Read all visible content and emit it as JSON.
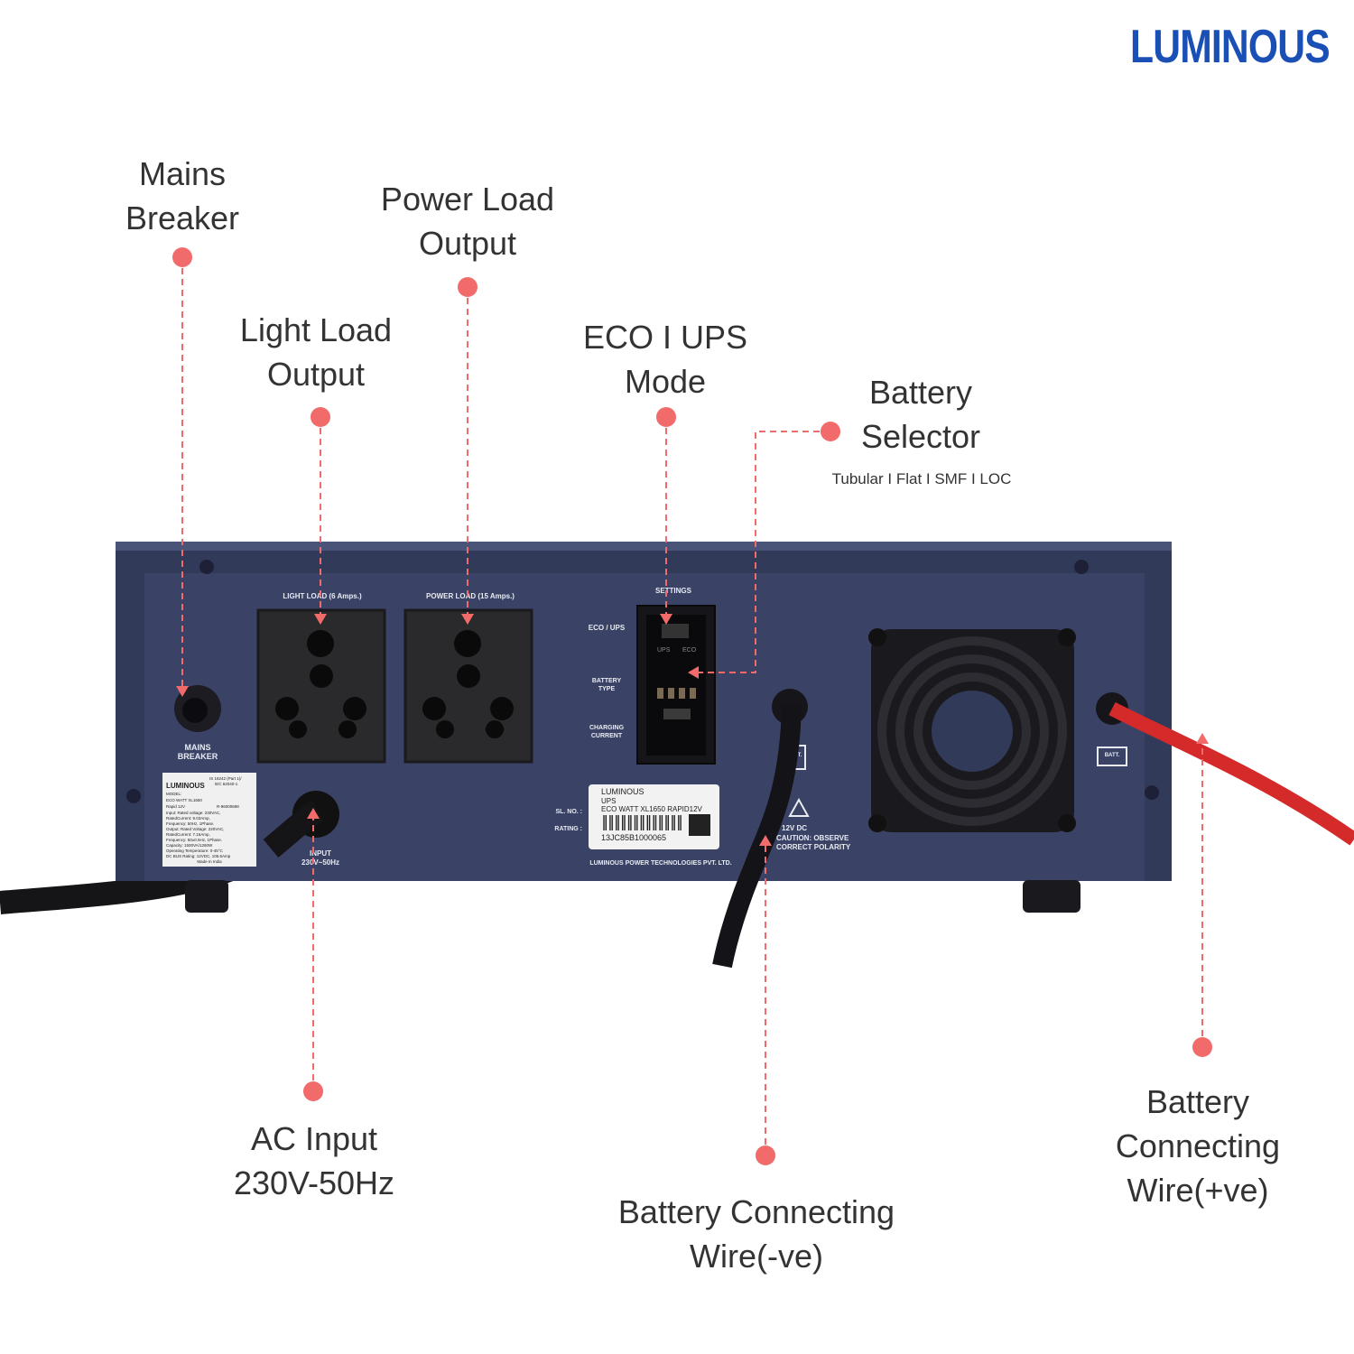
{
  "brand": {
    "logo_text": "LUMINOUS",
    "color": "#1a4fb5"
  },
  "colors": {
    "callout_accent": "#f26b6b",
    "device_body": "#3a4366",
    "text": "#333333"
  },
  "callouts": {
    "mains_breaker": [
      "Mains",
      "Breaker"
    ],
    "power_load": [
      "Power Load",
      "Output"
    ],
    "light_load": [
      "Light Load",
      "Output"
    ],
    "eco_ups": [
      "ECO I UPS",
      "Mode"
    ],
    "battery_selector": [
      "Battery",
      "Selector"
    ],
    "battery_selector_options": "Tubular I Flat I SMF I LOC",
    "ac_input": [
      "AC Input",
      "230V-50Hz"
    ],
    "battery_neg": [
      "Battery Connecting",
      "Wire(-ve)"
    ],
    "battery_pos": [
      "Battery",
      "Connecting",
      "Wire(+ve)"
    ]
  },
  "panel": {
    "light_load_label": "LIGHT LOAD (6 Amps.)",
    "power_load_label": "POWER LOAD (15 Amps.)",
    "settings_label": "SETTINGS",
    "eco_ups_label": "ECO / UPS",
    "battery_type_label": [
      "BATTERY",
      "TYPE"
    ],
    "charging_current_label": [
      "CHARGING",
      "CURRENT"
    ],
    "switch_positions": [
      "UPS",
      "ECO"
    ],
    "battery_types": [
      "TUB",
      "FLAT",
      "SMF",
      "LOC"
    ],
    "mains_breaker_label": [
      "MAINS",
      "BREAKER"
    ],
    "input_label": [
      "INPUT",
      "230V~50Hz"
    ],
    "sl_no_label": "SL. NO. :",
    "rating_label": "RATING :",
    "manufacturer": "LUMINOUS POWER TECHNOLOGIES PVT. LTD.",
    "battery_dc": "12V DC",
    "caution": [
      "CAUTION: OBSERVE",
      "CORRECT POLARITY"
    ],
    "batt_terminal": "BATT."
  },
  "serial_sticker": {
    "brand": "LUMINOUS",
    "type": "UPS",
    "model": "ECO WATT XL1650 RAPID12V",
    "serial": "13JC85B1000065"
  },
  "rating_sticker": {
    "brand": "LUMINOUS",
    "standards": [
      "IS 16242 (Part 1)/",
      "IEC 62040-1"
    ],
    "model_label": "MODEL:",
    "model": "ECO WATT XL1650",
    "variant": "Rapid 12V",
    "reg_no": "R-96000698",
    "specs": [
      "Input: Rated voltage: 230VAC,",
      "RatedCurrent: 9.03Amp,",
      "Frequency: 50Hz, 1Phase.",
      "Output: Rated Voltage: 220VAC,",
      "RatedCurrent: 7.16Amp,",
      "Frequency: 50±0.5Hz, 1Phase.",
      "Capacity: 1500VA/1260W",
      "Operating Temperature: 0-45°C",
      "DC BUS Rating: 12VDC, 105.6Amp"
    ],
    "origin": "Made In India"
  }
}
